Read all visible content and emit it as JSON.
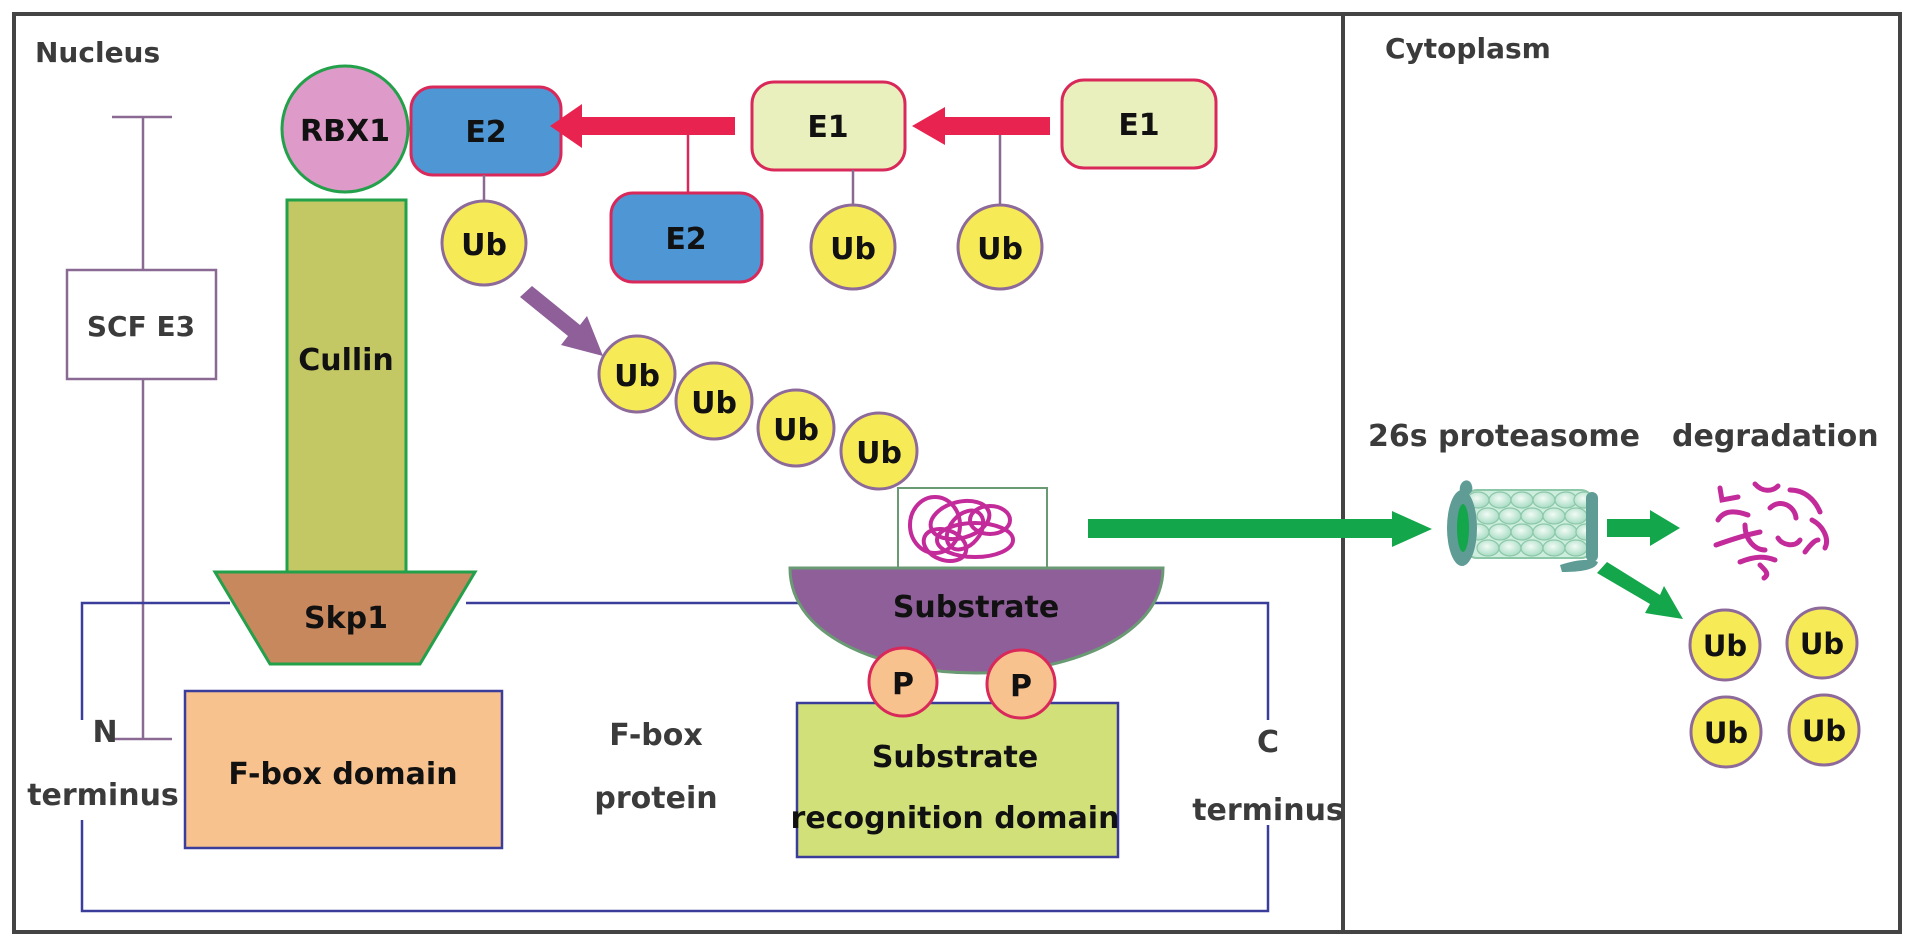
{
  "compartments": {
    "nucleus": "Nucleus",
    "cytoplasm": "Cytoplasm"
  },
  "scf_label": "SCF E3",
  "components": {
    "rbx1": "RBX1",
    "cullin": "Cullin",
    "skp1": "Skp1",
    "fbox_domain": "F-box domain",
    "fbox_protein": [
      "F-box",
      "protein"
    ],
    "substrate": "Substrate",
    "phospho": "P",
    "substrate_recognition": [
      "Substrate",
      "recognition domain"
    ],
    "n_terminus": [
      "N",
      "terminus"
    ],
    "c_terminus": [
      "C",
      "terminus"
    ]
  },
  "enzymes": {
    "e2_bound": "E2",
    "e2_free": "E2",
    "e1_middle": "E1",
    "e1_right": "E1"
  },
  "ubiquitin": "Ub",
  "poly_ub_count": 4,
  "released_ub_count": 4,
  "cytoplasm_labels": {
    "proteasome": "26s proteasome",
    "degradation": "degradation"
  },
  "colors": {
    "e2": "#4f96d4",
    "e1": "#eaf0bd",
    "enzyme_border": "#d9285a",
    "ub_fill": "#f7ea57",
    "ub_border": "#8e6a9a",
    "rbx1": "#de9ac8",
    "cullin": "#c3c764",
    "skp1": "#c8885d",
    "fbox_domain": "#f8c28f",
    "substrate_bowl": "#8e5f99",
    "recognition_domain": "#d2e07a",
    "phospho": "#f8c28f",
    "red_arrow": "#e8234f",
    "purple_arrow": "#8e5f99",
    "green_arrow": "#13a64a",
    "frame_blue": "#3a3d9a",
    "scf_bracket": "#8a6a92",
    "fragments": "#c32a9a",
    "proteasome": "#5e9c95"
  }
}
